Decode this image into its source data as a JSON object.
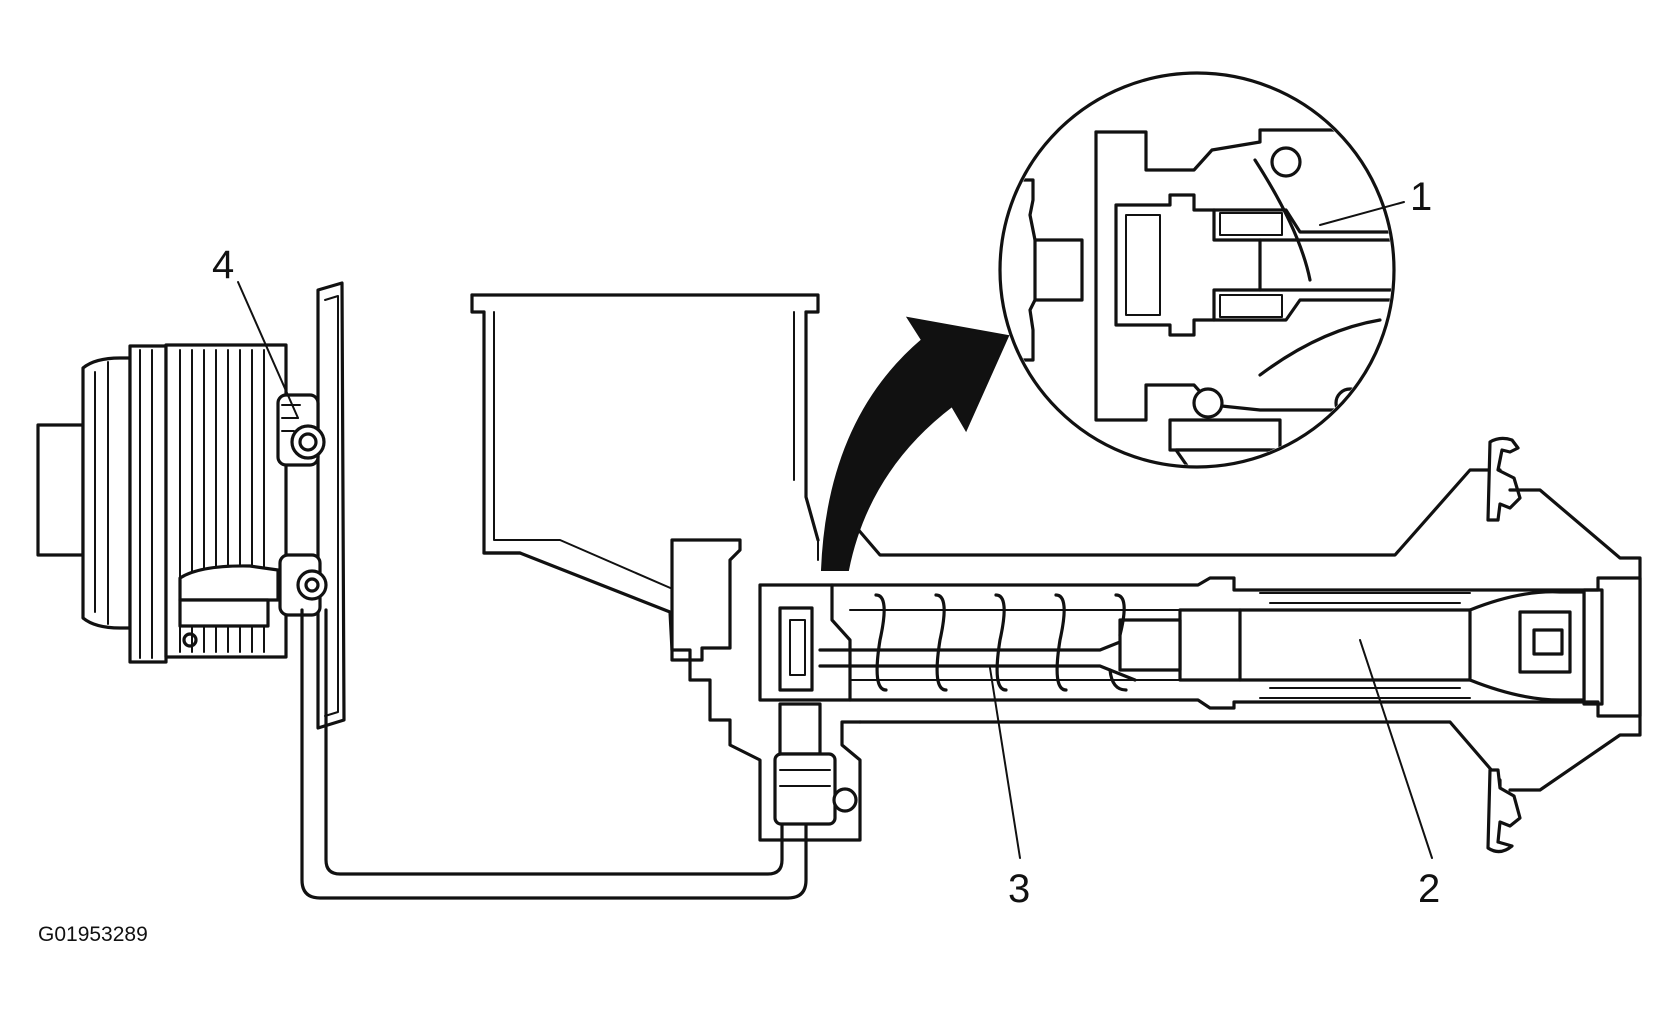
{
  "callouts": {
    "c1": "1",
    "c2": "2",
    "c3": "3",
    "c4": "4"
  },
  "figure_id": "G01953289",
  "colors": {
    "line": "#111111",
    "background": "#ffffff"
  }
}
